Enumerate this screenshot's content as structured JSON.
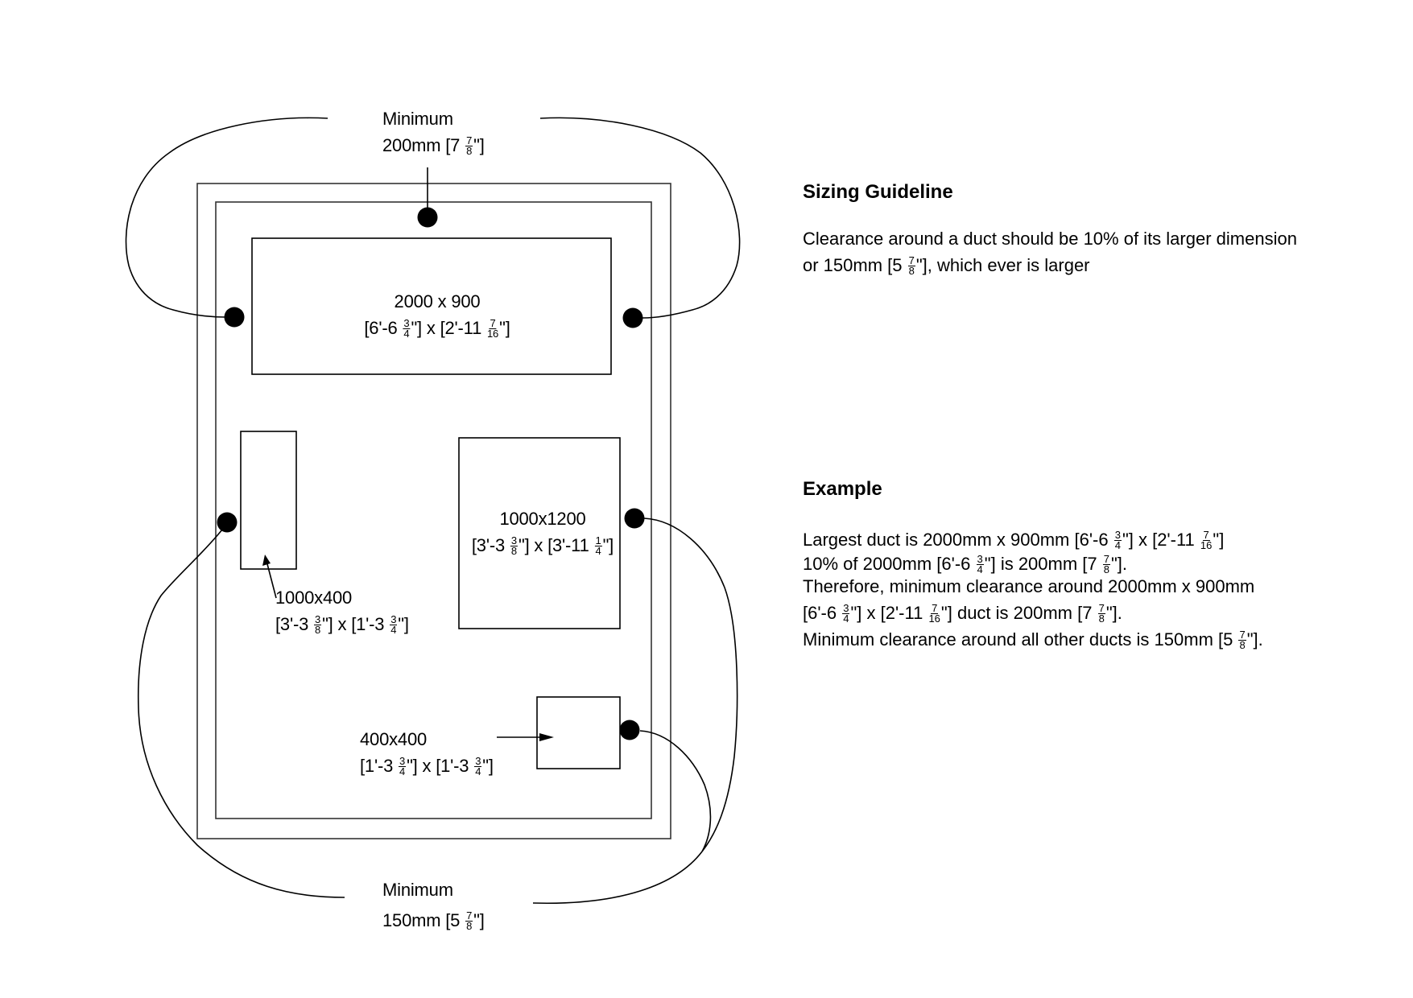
{
  "diagram": {
    "title": "Duct clearance sizing diagram",
    "top_label": {
      "line1": [
        {
          "t": "Minimum"
        }
      ],
      "line2": [
        {
          "t": "200mm [7 "
        },
        {
          "num": "7",
          "den": "8"
        },
        {
          "t": "\"]"
        }
      ]
    },
    "bottom_label": {
      "line1": [
        {
          "t": "Minimum"
        }
      ],
      "line2": [
        {
          "t": "150mm [5 "
        },
        {
          "num": "7",
          "den": "8"
        },
        {
          "t": "\"]"
        }
      ]
    },
    "ducts": [
      {
        "id": "duct-2000x900",
        "line1": [
          {
            "t": "2000 x 900"
          }
        ],
        "line2": [
          {
            "t": "[6'-6 "
          },
          {
            "num": "3",
            "den": "4"
          },
          {
            "t": "\"] x [2'-11 "
          },
          {
            "num": "7",
            "den": "16"
          },
          {
            "t": "\"]"
          }
        ]
      },
      {
        "id": "duct-1000x400",
        "line1": [
          {
            "t": "1000x400"
          }
        ],
        "line2": [
          {
            "t": "[3'-3 "
          },
          {
            "num": "3",
            "den": "8"
          },
          {
            "t": "\"] x [1'-3 "
          },
          {
            "num": "3",
            "den": "4"
          },
          {
            "t": "\"]"
          }
        ]
      },
      {
        "id": "duct-1000x1200",
        "line1": [
          {
            "t": "1000x1200"
          }
        ],
        "line2": [
          {
            "t": "[3'-3 "
          },
          {
            "num": "3",
            "den": "8"
          },
          {
            "t": "\"] x [3'-11 "
          },
          {
            "num": "1",
            "den": "4"
          },
          {
            "t": "\"]"
          }
        ]
      },
      {
        "id": "duct-400x400",
        "line1": [
          {
            "t": "400x400"
          }
        ],
        "line2": [
          {
            "t": "[1'-3 "
          },
          {
            "num": "3",
            "den": "4"
          },
          {
            "t": "\"] x [1'-3 "
          },
          {
            "num": "3",
            "den": "4"
          },
          {
            "t": "\"]"
          }
        ]
      }
    ],
    "stroke_color": "#000000",
    "background_color": "#ffffff"
  },
  "sizing_guideline": {
    "heading": "Sizing Guideline",
    "lines": [
      [
        {
          "t": "Clearance around a duct should be 10% of its larger dimension"
        }
      ],
      [
        {
          "t": "or 150mm [5 "
        },
        {
          "num": "7",
          "den": "8"
        },
        {
          "t": "\"], which ever is larger"
        }
      ]
    ]
  },
  "example": {
    "heading": "Example",
    "lines": [
      [
        {
          "t": "Largest duct is 2000mm x 900mm [6'-6 "
        },
        {
          "num": "3",
          "den": "4"
        },
        {
          "t": "\"] x [2'-11 "
        },
        {
          "num": "7",
          "den": "16"
        },
        {
          "t": "\"]"
        }
      ],
      [
        {
          "t": "10% of 2000mm [6'-6 "
        },
        {
          "num": "3",
          "den": "4"
        },
        {
          "t": "\"] is 200mm [7 "
        },
        {
          "num": "7",
          "den": "8"
        },
        {
          "t": "\"]."
        }
      ],
      [
        {
          "t": "Therefore, minimum clearance around 2000mm x 900mm"
        }
      ],
      [
        {
          "t": "[6'-6 "
        },
        {
          "num": "3",
          "den": "4"
        },
        {
          "t": "\"] x [2'-11 "
        },
        {
          "num": "7",
          "den": "16"
        },
        {
          "t": "\"] duct is 200mm [7 "
        },
        {
          "num": "7",
          "den": "8"
        },
        {
          "t": "\"]."
        }
      ],
      [
        {
          "t": "Minimum clearance around all other ducts is 150mm [5 "
        },
        {
          "num": "7",
          "den": "8"
        },
        {
          "t": "\"]."
        }
      ]
    ]
  }
}
